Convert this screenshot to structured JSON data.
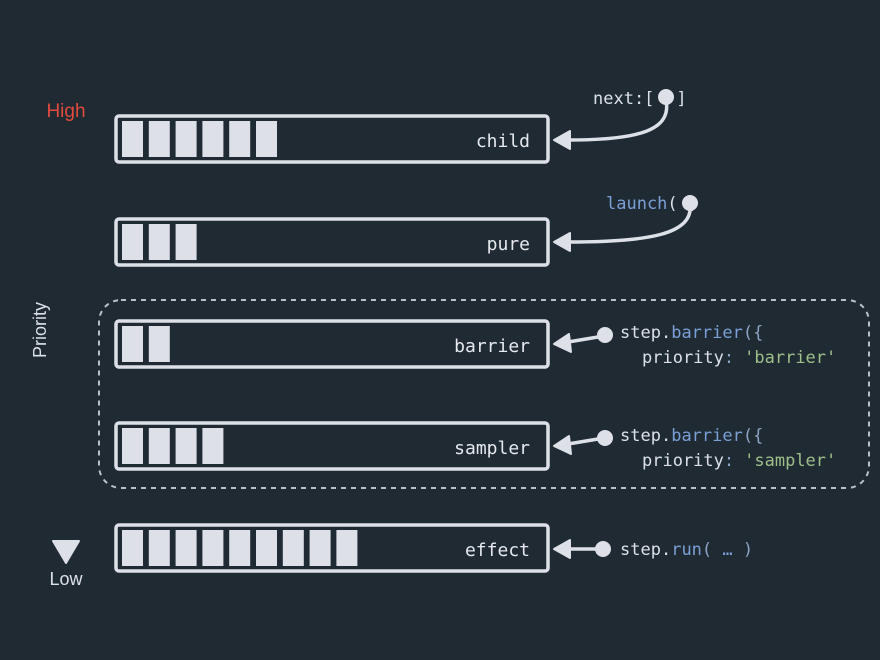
{
  "colors": {
    "background": "#1f2a33",
    "chalk": "#dde1e7",
    "high": "#e14a3c",
    "keyword": "#7aa0d6",
    "string": "#9fbf8a",
    "punct": "#8fa3c4"
  },
  "axis": {
    "high_label": "High",
    "low_label": "Low",
    "title": "Priority"
  },
  "queues": [
    {
      "id": "child",
      "label": "child",
      "filled": 6
    },
    {
      "id": "pure",
      "label": "pure",
      "filled": 3
    },
    {
      "id": "barrier",
      "label": "barrier",
      "filled": 2
    },
    {
      "id": "sampler",
      "label": "sampler",
      "filled": 4
    },
    {
      "id": "effect",
      "label": "effect",
      "filled": 9
    }
  ],
  "annotations": {
    "child": {
      "prefix": "next:[",
      "suffix": "]"
    },
    "pure": {
      "fn": "launch",
      "open": "(",
      "close": ")"
    },
    "barrier": {
      "obj": "step",
      "dot": ".",
      "fn": "barrier",
      "open": "({",
      "key": "priority",
      "colon": ":",
      "value": "'barrier'"
    },
    "sampler": {
      "obj": "step",
      "dot": ".",
      "fn": "barrier",
      "open": "({",
      "key": "priority",
      "colon": ":",
      "value": "'sampler'"
    },
    "effect": {
      "obj": "step",
      "dot": ".",
      "fn": "run",
      "open": "(",
      "args": " … ",
      "close": ")"
    }
  }
}
